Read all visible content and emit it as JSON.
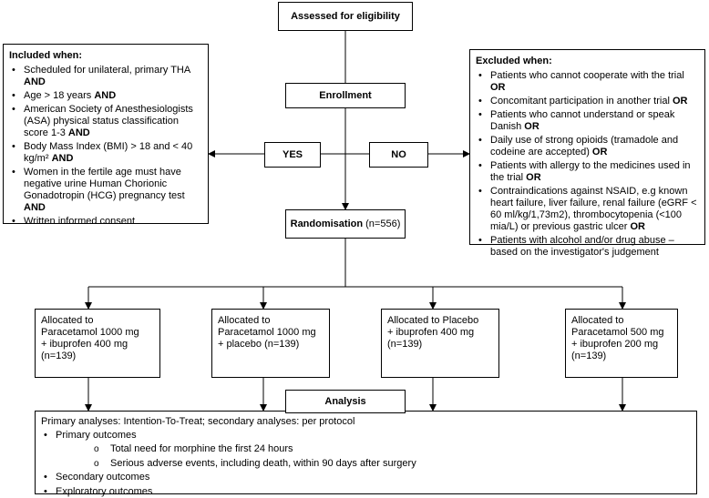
{
  "assessed": "Assessed for eligibility",
  "enrollment": "Enrollment",
  "yes": "YES",
  "no": "NO",
  "randomisation": {
    "label": "Randomisation",
    "n": "(n=556)"
  },
  "analysis": "Analysis",
  "included": {
    "title": "Included when:",
    "items": [
      {
        "text": "Scheduled for unilateral, primary THA ",
        "conj": "AND"
      },
      {
        "text": "Age > 18 years ",
        "conj": "AND"
      },
      {
        "text": "American Society of Anesthesiologists (ASA) physical status classification score 1-3 ",
        "conj": "AND"
      },
      {
        "text": "Body Mass Index (BMI) > 18 and < 40 kg/m² ",
        "conj": "AND"
      },
      {
        "text": "Women in the fertile age must have negative urine Human Chorionic Gonadotropin (HCG) pregnancy test ",
        "conj": "AND"
      },
      {
        "text": "Written informed consent",
        "conj": ""
      }
    ]
  },
  "excluded": {
    "title": "Excluded when:",
    "items": [
      {
        "text": "Patients who cannot cooperate with the trial ",
        "conj": "OR"
      },
      {
        "text": "Concomitant participation in another trial ",
        "conj": "OR"
      },
      {
        "text": "Patients who cannot understand or speak Danish ",
        "conj": "OR"
      },
      {
        "text": "Daily use of strong opioids (tramadole and codeine are accepted) ",
        "conj": "OR"
      },
      {
        "text": "Patients with allergy to the medicines used in the trial ",
        "conj": "OR"
      },
      {
        "text": "Contraindications against NSAID, e.g known heart failure, liver failure, renal failure (eGRF < 60 ml/kg/1,73m2), thrombocytopenia (<100 mia/L) or previous gastric ulcer ",
        "conj": "OR"
      },
      {
        "text": "Patients  with alcohol and/or drug abuse – based on the investigator's judgement",
        "conj": ""
      }
    ]
  },
  "arms": [
    {
      "line1": "Allocated to",
      "line2": "Paracetamol 1000 mg",
      "line3": "+ ibuprofen 400 mg",
      "line4": "(n=139)"
    },
    {
      "line1": "Allocated to",
      "line2": "Paracetamol 1000 mg",
      "line3": "+ placebo (n=139)",
      "line4": ""
    },
    {
      "line1": "Allocated to Placebo",
      "line2": "+ ibuprofen 400 mg",
      "line3": "(n=139)",
      "line4": ""
    },
    {
      "line1": "Allocated to",
      "line2": "Paracetamol 500 mg",
      "line3": "+ ibuprofen 200 mg",
      "line4": "(n=139)"
    }
  ],
  "outcomes": {
    "intro": "Primary analyses: Intention-To-Treat; secondary analyses: per protocol",
    "primary": "Primary outcomes",
    "primary_sub": [
      "Total need for morphine the first 24 hours",
      "Serious adverse events, including death, within 90 days after surgery"
    ],
    "secondary": "Secondary outcomes",
    "exploratory": "Exploratory outcomes"
  }
}
